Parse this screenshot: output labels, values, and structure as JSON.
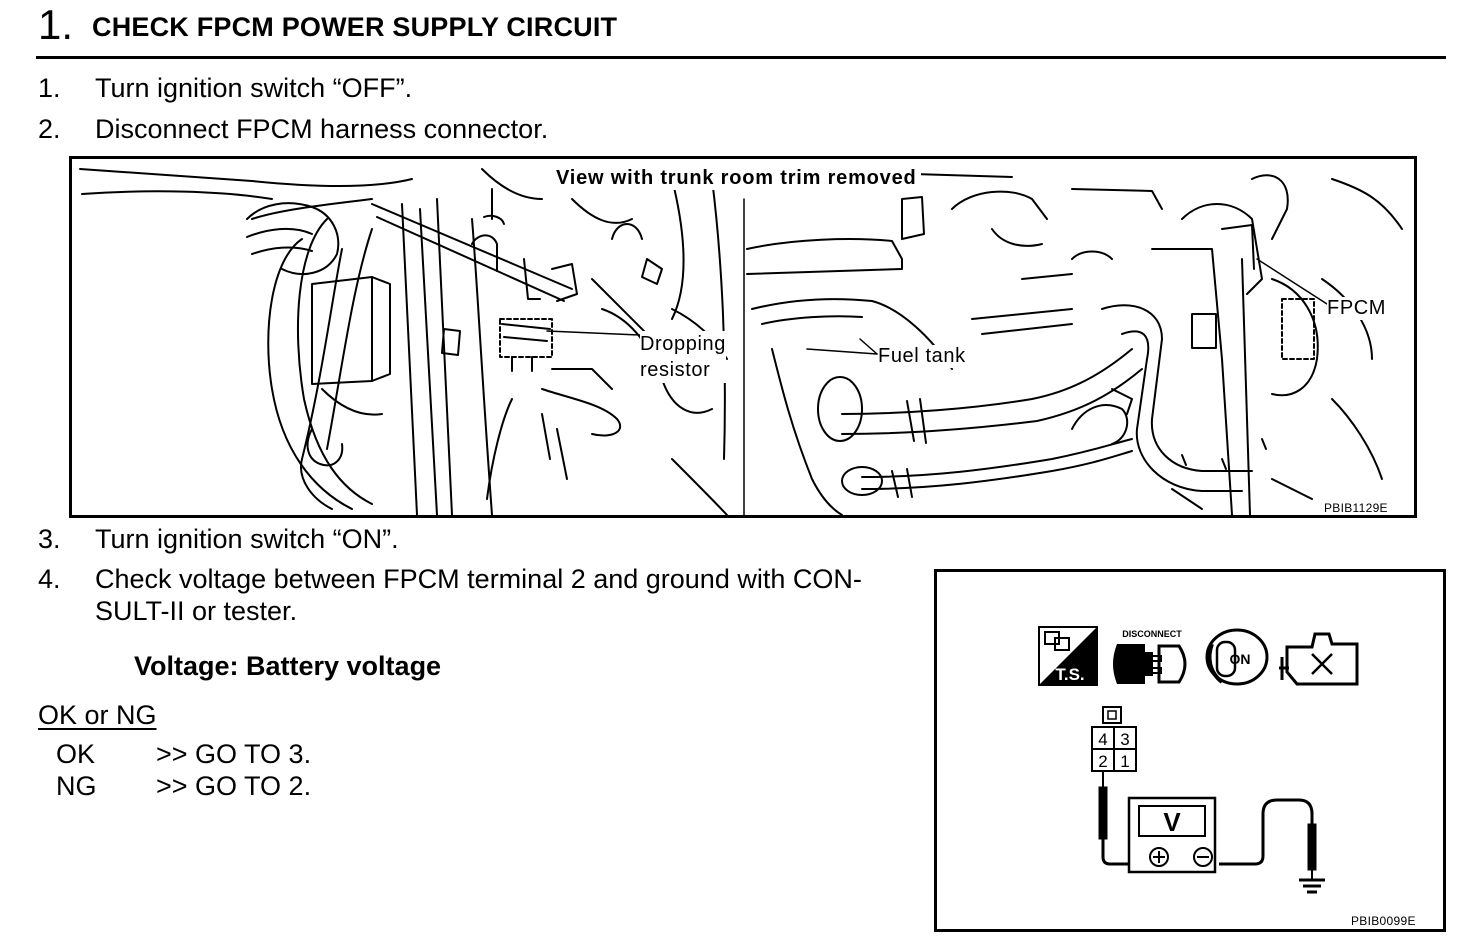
{
  "step": {
    "number": "1.",
    "title": "CHECK FPCM POWER SUPPLY CIRCUIT"
  },
  "instructions": [
    {
      "num": "1.",
      "text": "Turn ignition switch “OFF”."
    },
    {
      "num": "2.",
      "text": "Disconnect FPCM harness connector."
    },
    {
      "num": "3.",
      "text": "Turn ignition switch “ON”."
    },
    {
      "num": "4.",
      "line1": "Check voltage between FPCM terminal 2 and ground with CON-",
      "line2": "SULT-II or tester."
    }
  ],
  "spec": "Voltage: Battery voltage",
  "result": {
    "heading": "OK or NG",
    "ok_label": "OK",
    "ok_action": ">> GO TO 3.",
    "ng_label": "NG",
    "ng_action": ">> GO TO 2."
  },
  "figure1": {
    "caption": "View with trunk room trim removed",
    "label_resistor_1": "Dropping",
    "label_resistor_2": "resistor",
    "label_tank": "Fuel tank",
    "label_fpcm": "FPCM",
    "code": "PBIB1129E"
  },
  "figure2": {
    "icon_ts": "T.S.",
    "icon_disconnect": "DISCONNECT",
    "icon_on": "ON",
    "terminal_4": "4",
    "terminal_3": "3",
    "terminal_2": "2",
    "terminal_1": "1",
    "meter": "V",
    "code": "PBIB0099E"
  }
}
